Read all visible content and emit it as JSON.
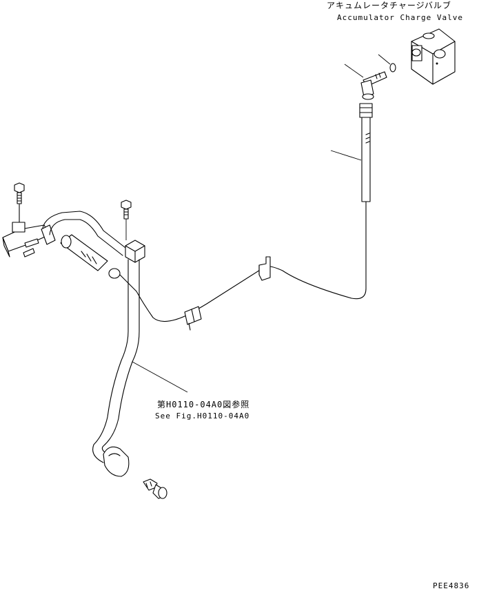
{
  "labels": {
    "accumulator_jp": "アキュムレータチャージバルブ",
    "accumulator_en": "Accumulator Charge Valve",
    "reference_jp": "第H0110-04A0図参照",
    "reference_en": "See Fig.H0110-04A0",
    "drawing_code": "PEE4836"
  },
  "colors": {
    "line": "#000000",
    "background": "#ffffff"
  }
}
